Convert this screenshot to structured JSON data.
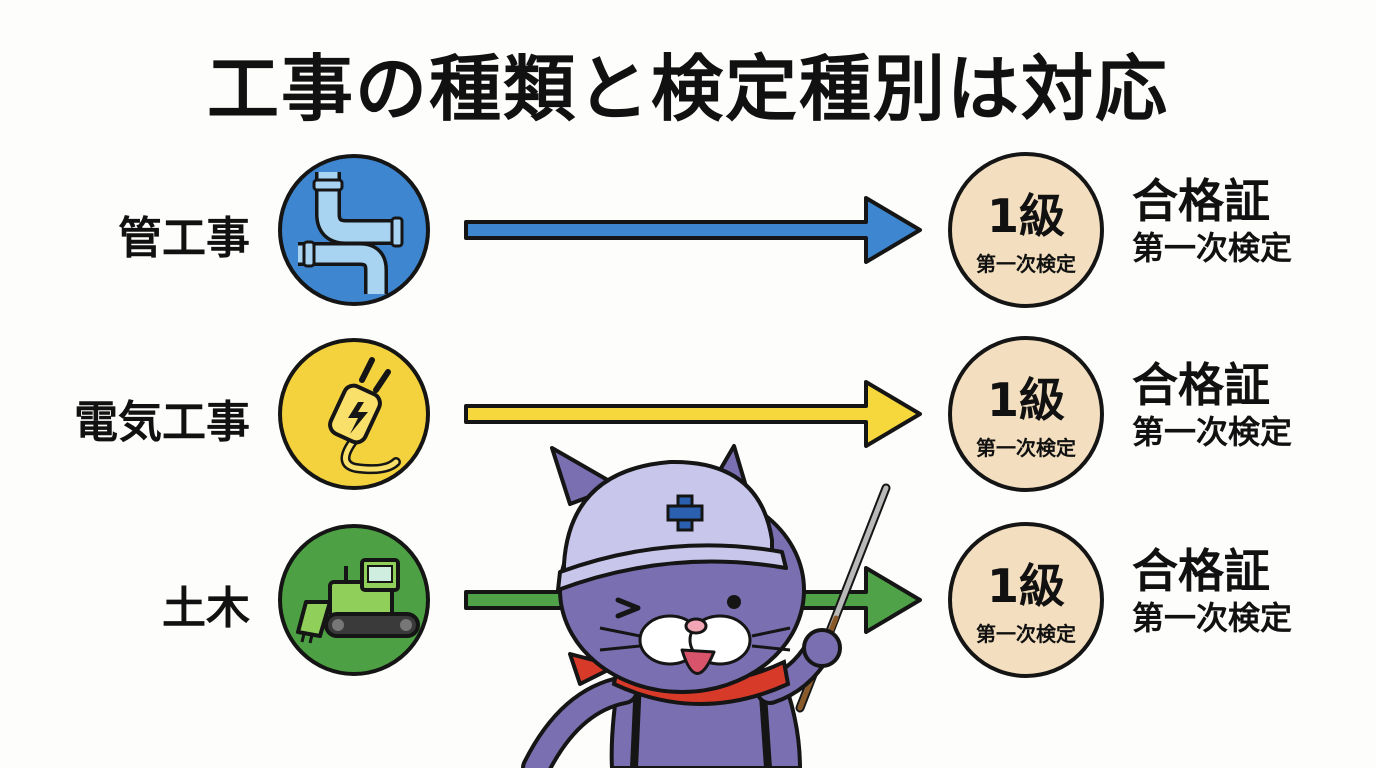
{
  "title": "工事の種類と検定種別は対応",
  "rows": [
    {
      "work": "管工事",
      "icon": "pipe-icon",
      "color": "#3e86cf",
      "arrow_color": "#3e86cf",
      "badge_grade": "1級",
      "badge_sub": "第一次検定",
      "cert_main": "合格証",
      "cert_sub": "第一次検定"
    },
    {
      "work": "電気工事",
      "icon": "plug-icon",
      "color": "#f4d23e",
      "arrow_color": "#f6d83c",
      "badge_grade": "1級",
      "badge_sub": "第一次検定",
      "cert_main": "合格証",
      "cert_sub": "第一次検定"
    },
    {
      "work": "土木",
      "icon": "bulldozer-icon",
      "color": "#4da043",
      "arrow_color": "#4fa247",
      "badge_grade": "1級",
      "badge_sub": "第一次検定",
      "cert_main": "合格証",
      "cert_sub": "第一次検定"
    }
  ],
  "mascot": "cat-mascot-with-hardhat-and-pointer",
  "badge_color": "#f3dfbf"
}
